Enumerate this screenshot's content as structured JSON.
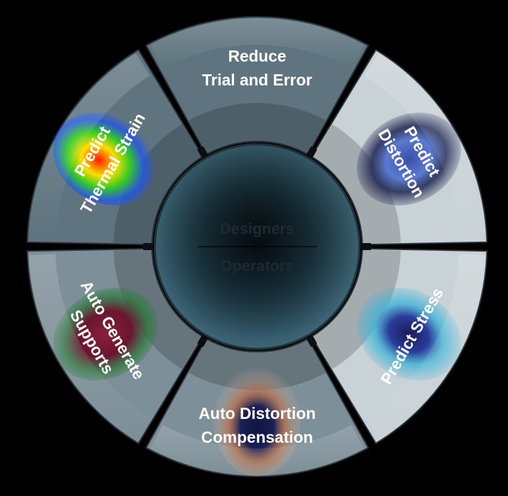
{
  "diagram": {
    "center": {
      "top_label": "Designers",
      "bottom_label": "Operators"
    },
    "segments": [
      {
        "id": "top",
        "lines": [
          "Reduce",
          "Trial and Error"
        ],
        "rotate": 0,
        "tone": "dark",
        "image": "none"
      },
      {
        "id": "top-right",
        "lines": [
          "Predict",
          "Distortion"
        ],
        "rotate": 60,
        "tone": "light",
        "image": "distortion-simulation"
      },
      {
        "id": "bottom-right",
        "lines": [
          "Predict Stress"
        ],
        "rotate": -60,
        "tone": "light",
        "image": "stress-simulation"
      },
      {
        "id": "bottom",
        "lines": [
          "Auto Distortion",
          "Compensation"
        ],
        "rotate": 0,
        "tone": "mid",
        "image": "compensation-simulation"
      },
      {
        "id": "bottom-left",
        "lines": [
          "Auto Generate",
          "Supports"
        ],
        "rotate": 60,
        "tone": "mid",
        "image": "supports-simulation"
      },
      {
        "id": "top-left",
        "lines": [
          "Predict",
          "Thermal Strain"
        ],
        "rotate": -60,
        "tone": "dark",
        "image": "thermal-strain-heatmap"
      }
    ],
    "colors": {
      "background": "#000000",
      "segment_dark": "#5f747f",
      "segment_mid": "#7d8f98",
      "segment_light": "#c9d2d7",
      "hub": "#2f5666",
      "label": "#ffffff"
    }
  }
}
